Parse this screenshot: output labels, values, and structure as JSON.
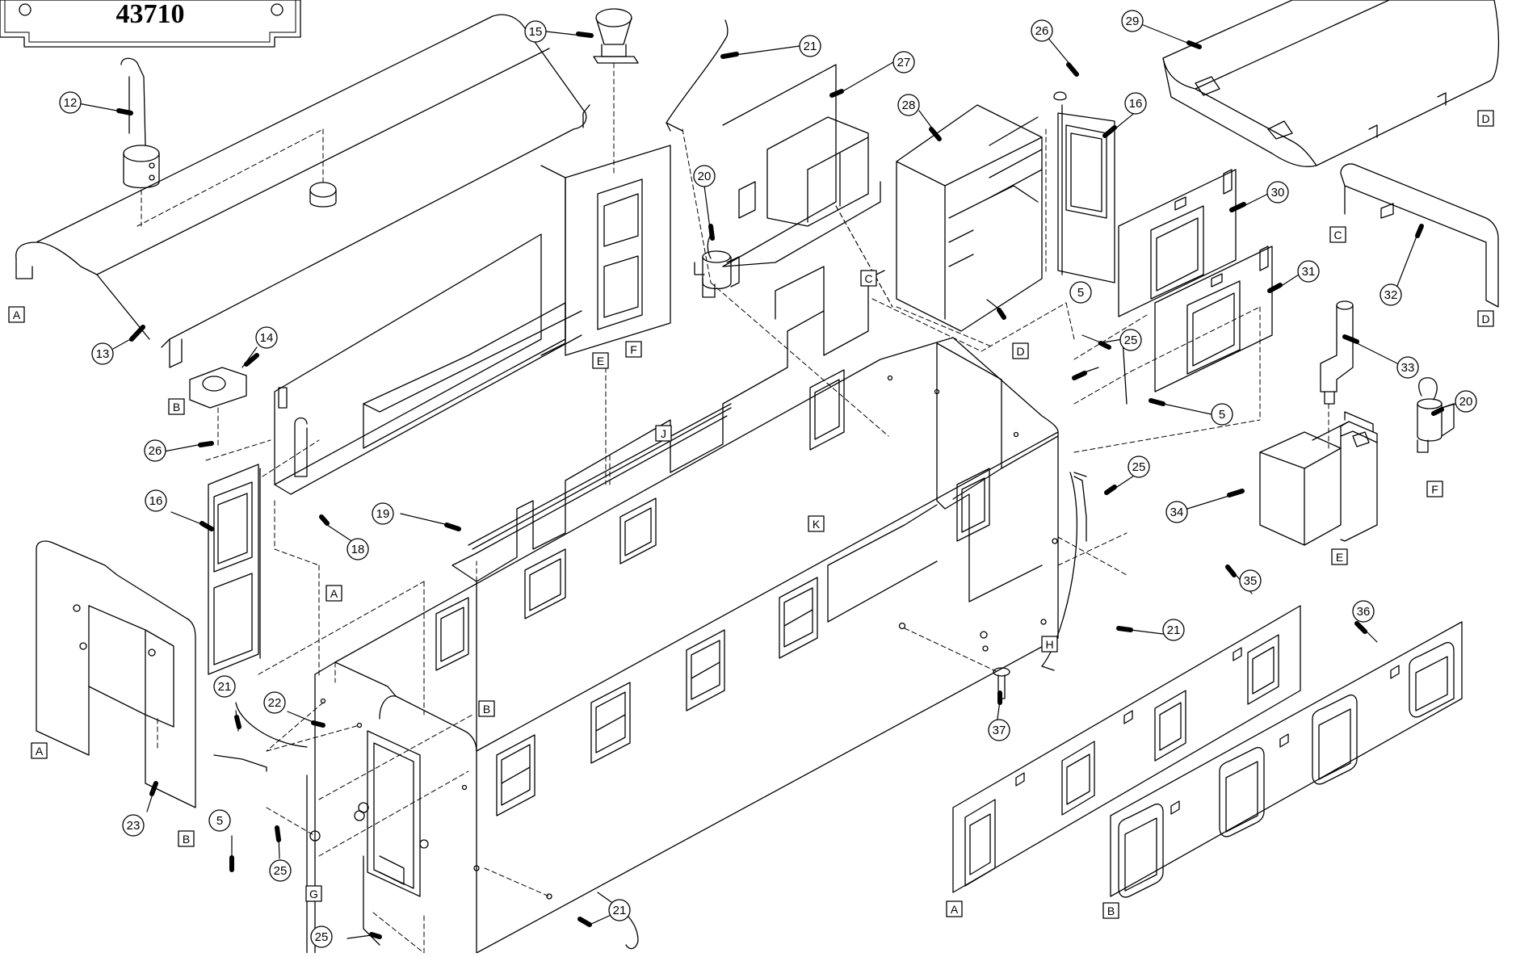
{
  "diagram": {
    "nameplate": "43710",
    "colors": {
      "ink": "#000000",
      "paper": "#ffffff"
    },
    "parts": {
      "p5": "5",
      "p12": "12",
      "p13": "13",
      "p14": "14",
      "p15": "15",
      "p16": "16",
      "p18": "18",
      "p19": "19",
      "p20": "20",
      "p21": "21",
      "p22": "22",
      "p23": "23",
      "p25": "25",
      "p26": "26",
      "p27": "27",
      "p28": "28",
      "p29": "29",
      "p30": "30",
      "p31": "31",
      "p32": "32",
      "p33": "33",
      "p34": "34",
      "p35": "35",
      "p36": "36",
      "p37": "37"
    },
    "refs": {
      "A": "A",
      "B": "B",
      "C": "C",
      "D": "D",
      "E": "E",
      "F": "F",
      "G": "G",
      "H": "H",
      "J": "J",
      "K": "K"
    }
  }
}
